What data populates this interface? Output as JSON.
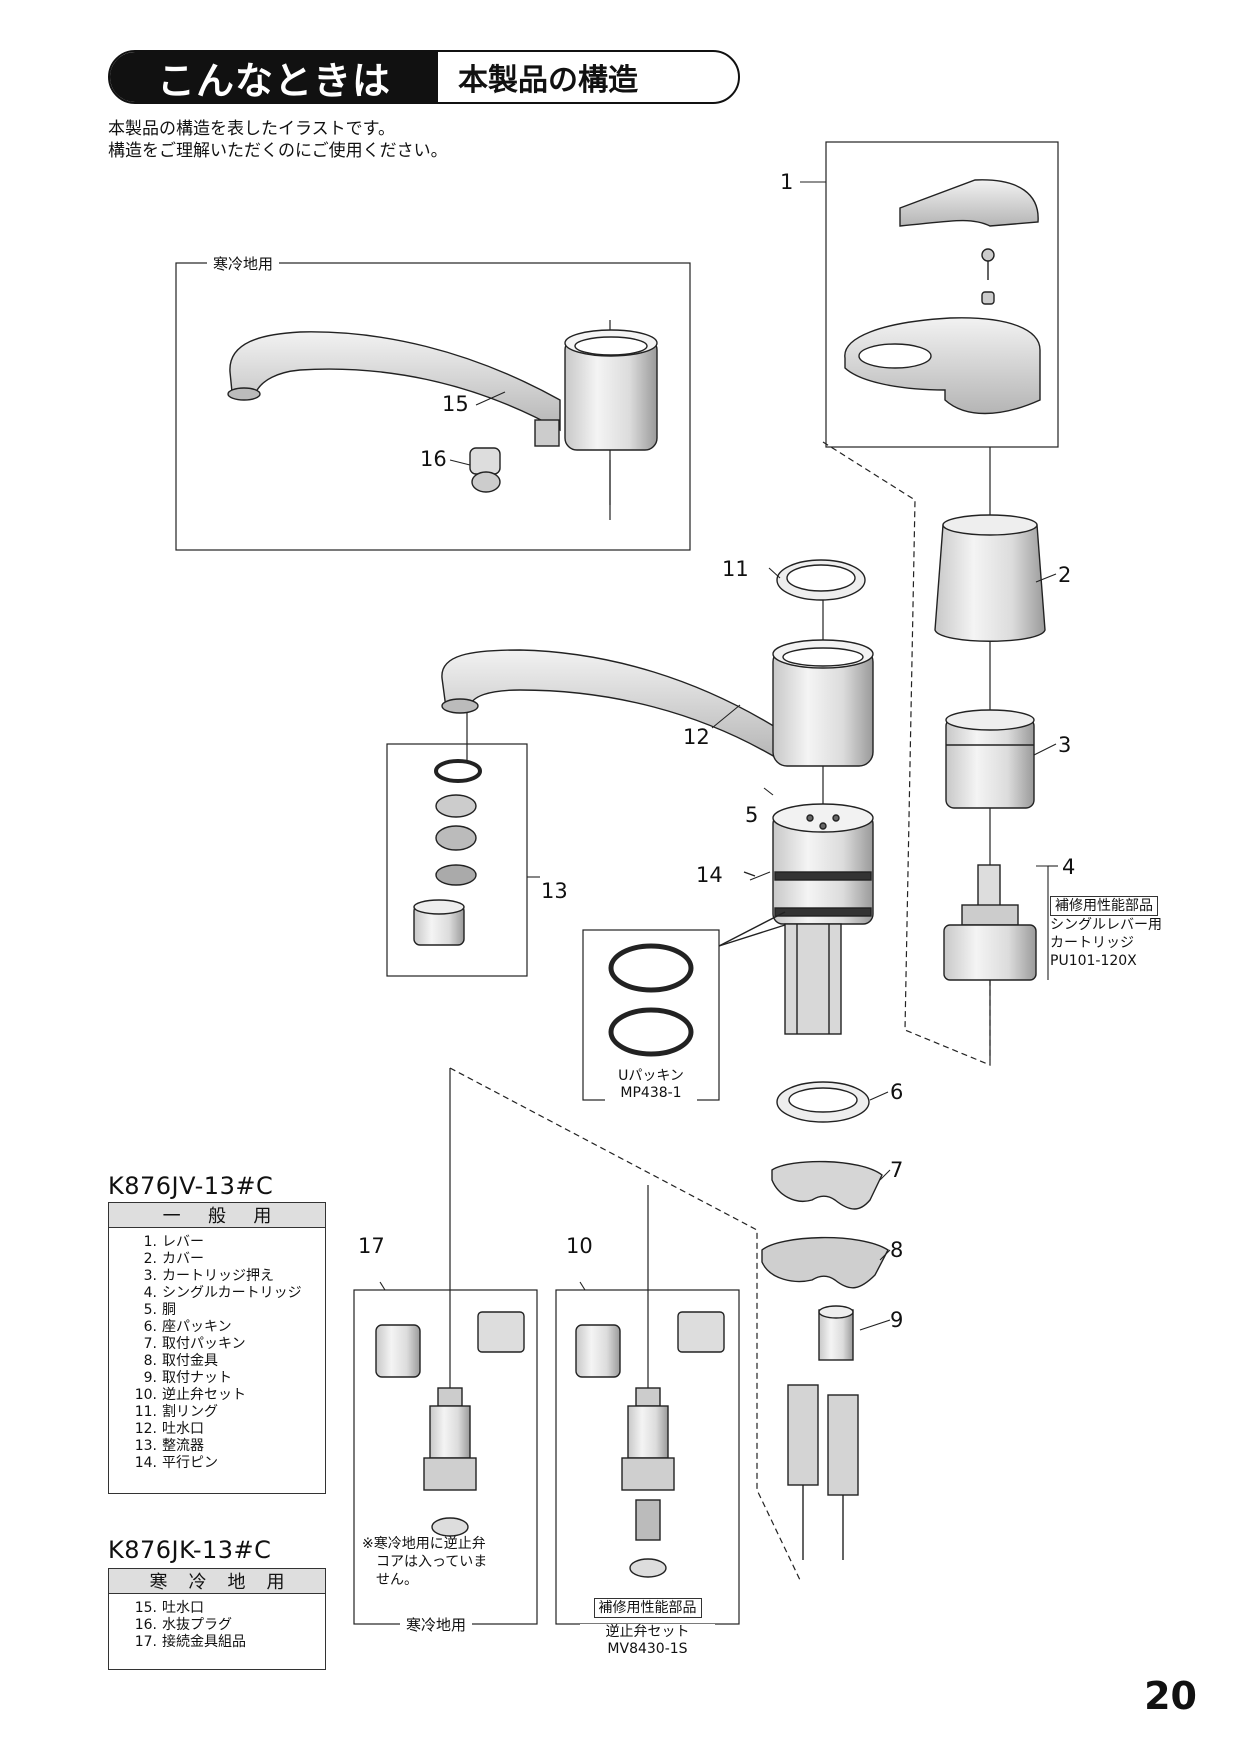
{
  "header": {
    "tag": "こんなときは",
    "title": "本製品の構造"
  },
  "intro": [
    "本製品の構造を表したイラストです。",
    "構造をご理解いただくのにご使用ください。"
  ],
  "cold_region_label": "寒冷地用",
  "callouts": {
    "c1": "1",
    "c2": "2",
    "c3": "3",
    "c4": "4",
    "c5": "5",
    "c6": "6",
    "c7": "7",
    "c8": "8",
    "c9": "9",
    "c10": "10",
    "c11": "11",
    "c12": "12",
    "c13": "13",
    "c14": "14",
    "c15": "15",
    "c16": "16",
    "c17": "17"
  },
  "cartridge_note": {
    "badge": "補修用性能部品",
    "line1": "シングルレバー用",
    "line2": "カートリッジ",
    "model": "PU101-120X"
  },
  "upacking": {
    "name": "Uパッキン",
    "model": "MP438-1"
  },
  "check_valve": {
    "badge": "補修用性能部品",
    "name": "逆止弁セット",
    "model": "MV8430-1S"
  },
  "cold_note": [
    "※寒冷地用に逆止弁",
    "コアは入っていま",
    "せん。"
  ],
  "cold_box_label": "寒冷地用",
  "table_general": {
    "model": "K876JV-13#C",
    "heading": [
      "一",
      "般",
      "用"
    ],
    "items": [
      {
        "no": "1.",
        "name": "レバー"
      },
      {
        "no": "2.",
        "name": "カバー"
      },
      {
        "no": "3.",
        "name": "カートリッジ押え"
      },
      {
        "no": "4.",
        "name": "シングルカートリッジ"
      },
      {
        "no": "5.",
        "name": "胴"
      },
      {
        "no": "6.",
        "name": "座パッキン"
      },
      {
        "no": "7.",
        "name": "取付パッキン"
      },
      {
        "no": "8.",
        "name": "取付金具"
      },
      {
        "no": "9.",
        "name": "取付ナット"
      },
      {
        "no": "10.",
        "name": "逆止弁セット"
      },
      {
        "no": "11.",
        "name": "割リング"
      },
      {
        "no": "12.",
        "name": "吐水口"
      },
      {
        "no": "13.",
        "name": "整流器"
      },
      {
        "no": "14.",
        "name": "平行ピン"
      }
    ]
  },
  "table_cold": {
    "model": "K876JK-13#C",
    "heading": [
      "寒",
      "冷",
      "地",
      "用"
    ],
    "items": [
      {
        "no": "15.",
        "name": "吐水口"
      },
      {
        "no": "16.",
        "name": "水抜プラグ"
      },
      {
        "no": "17.",
        "name": "接続金具組品"
      }
    ]
  },
  "page_number": "20"
}
